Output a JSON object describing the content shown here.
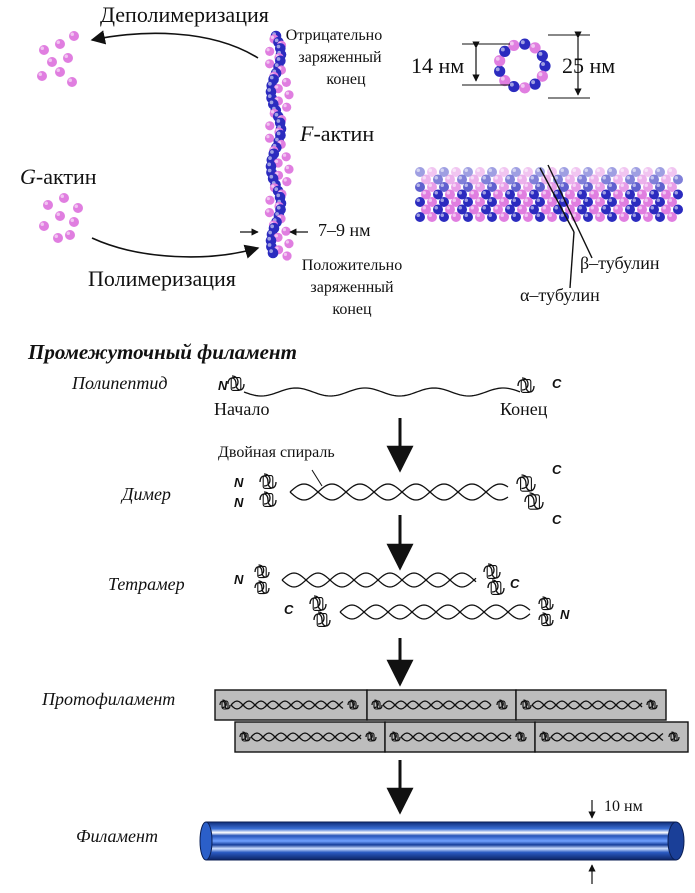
{
  "actin": {
    "depolymerization": "Деполимеризация",
    "polymerization": "Полимеризация",
    "g_actin_italic": "G",
    "g_actin_rest": "-актин",
    "f_actin_italic": "F",
    "f_actin_rest": "-актин",
    "negative_end": [
      "Отрицательно",
      "заряженный",
      "конец"
    ],
    "positive_end": [
      "Положительно",
      "заряженный",
      "конец"
    ],
    "width_label": "7–9 нм"
  },
  "microtubule": {
    "inner_diameter": "14 нм",
    "outer_diameter": "25 нм",
    "beta_tubulin": "β–тубулин",
    "alpha_tubulin": "α–тубулин"
  },
  "intermediate": {
    "title": "Промежуточный филамент",
    "stages": [
      "Полипептид",
      "Димер",
      "Тетрамер",
      "Протофиламент",
      "Филамент"
    ],
    "start_label": "Начало",
    "end_label": "Конец",
    "double_helix_label": "Двойная спираль",
    "n_label": "N",
    "c_label": "C",
    "filament_diameter": "10 нм"
  },
  "colors": {
    "pink": "#e07ee0",
    "blue": "#2b2bbf",
    "filament_blue": "#1f4fa8"
  }
}
